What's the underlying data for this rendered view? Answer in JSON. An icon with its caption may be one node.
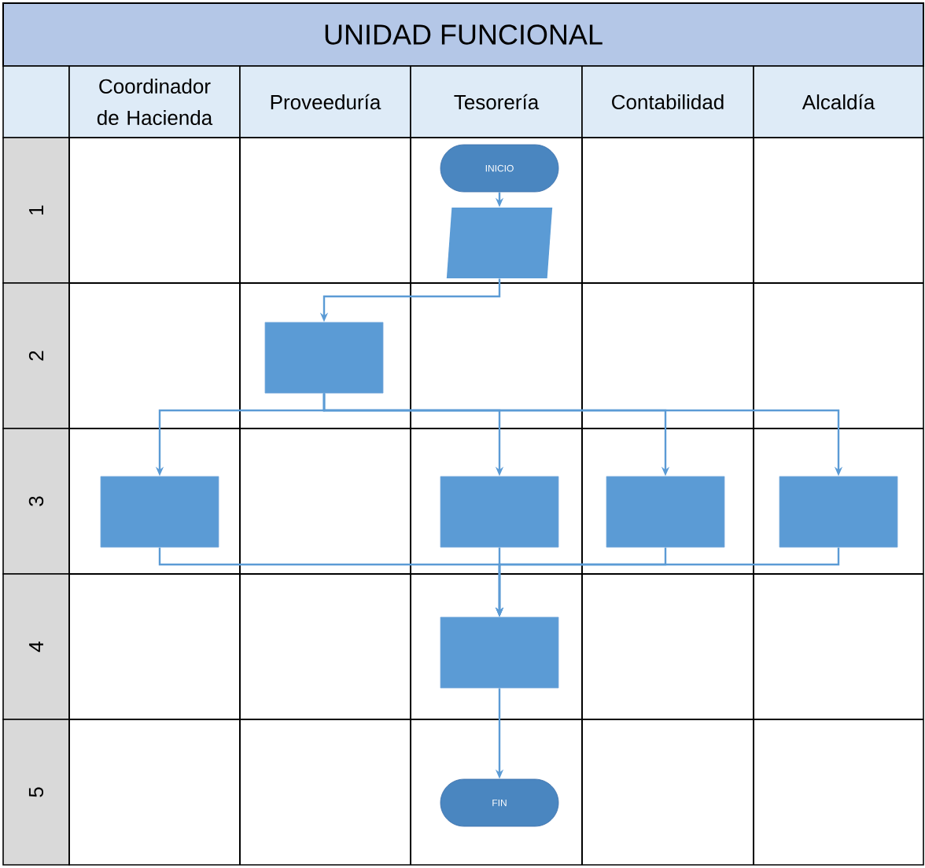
{
  "diagram": {
    "title": "UNIDAD FUNCIONAL",
    "nodes": [
      {
        "text": [
          "INICIO"
        ]
      },
      {
        "text": [],
        "shape": "parallelogram"
      },
      {
        "text": [],
        "shape": "box"
      },
      {
        "text": [],
        "shape": "box"
      },
      {
        "text": [],
        "shape": "box"
      },
      {
        "text": [],
        "shape": "box"
      },
      {
        "text": [],
        "shape": "box"
      },
      {
        "text": [],
        "shape": "box"
      },
      {
        "text": [
          "FIN"
        ]
      }
    ],
    "edges": [
      {
        "from": 0,
        "to": 1,
        "arrow": "to"
      },
      {
        "from": 1,
        "to": 2,
        "arrow": "to"
      },
      {
        "from": 2,
        "to": 3,
        "arrow": "to"
      },
      {
        "from": 2,
        "to": 4,
        "arrow": "to"
      },
      {
        "from": 2,
        "to": 5,
        "arrow": "to"
      },
      {
        "from": 2,
        "to": 6,
        "arrow": "to"
      },
      {
        "from": 3,
        "to": 7,
        "arrow": "to"
      },
      {
        "from": 4,
        "to": 7,
        "arrow": "to"
      },
      {
        "from": 5,
        "to": 7,
        "arrow": "to"
      },
      {
        "from": 6,
        "to": 7,
        "arrow": "to"
      },
      {
        "from": 7,
        "to": 8,
        "arrow": "to"
      }
    ],
    "labels": [
      "Coordinador de Hacienda",
      "Proveeduría",
      "Tesorería",
      "Contabilidad",
      "Alcaldía",
      "1",
      "2",
      "3",
      "4",
      "5"
    ]
  }
}
